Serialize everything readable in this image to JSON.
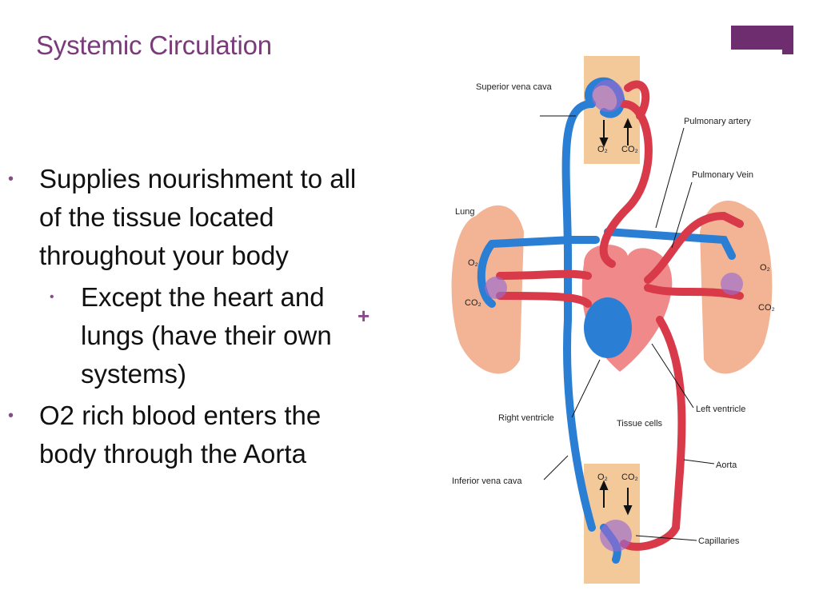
{
  "slide": {
    "title": "Systemic Circulation",
    "bullets": {
      "b1": "Supplies nourishment to all of the tissue located throughout your body",
      "b1_sub": "Except the heart and lungs (have their own systems)",
      "b2": "O2 rich blood enters the body  through the Aorta"
    },
    "plus": "+"
  },
  "diagram": {
    "labels": {
      "svc": "Superior vena cava",
      "pulm_artery": "Pulmonary artery",
      "pulm_vein": "Pulmonary Vein",
      "lung": "Lung",
      "o2": "O₂",
      "co2": "CO₂",
      "right_ventricle": "Right ventricle",
      "left_ventricle": "Left ventricle",
      "tissue_cells": "Tissue cells",
      "ivc": "Inferior vena cava",
      "aorta": "Aorta",
      "capillaries": "Capillaries"
    }
  },
  "colors": {
    "title": "#7b3b7b",
    "accent": "#6e2d6e",
    "blue_vessel": "#2a7fd4",
    "red_vessel": "#d83a4a",
    "lung": "#f2b494",
    "tissue": "#f4c99a"
  }
}
